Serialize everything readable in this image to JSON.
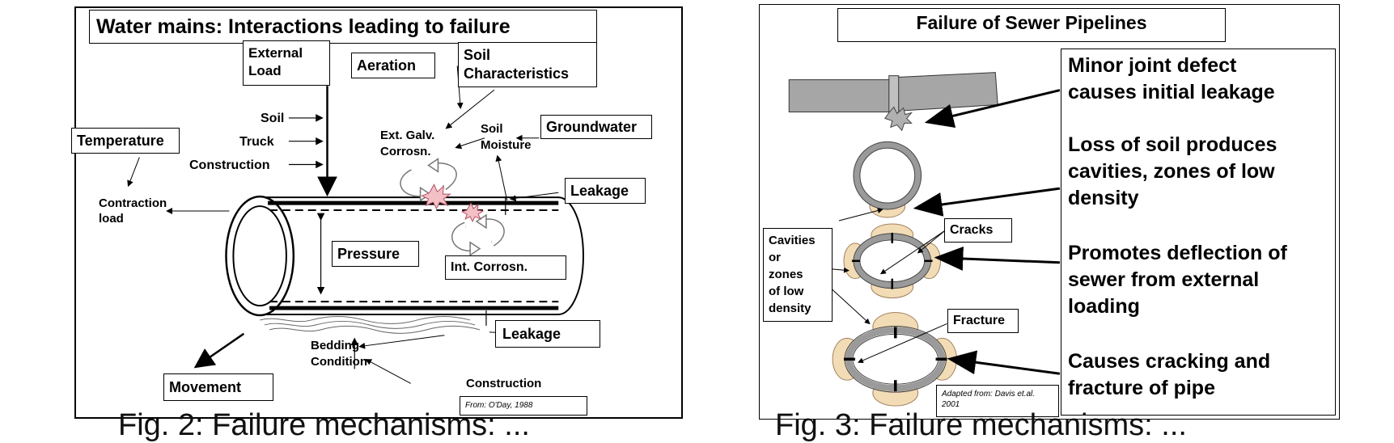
{
  "left_panel": {
    "title": "Water mains: Interactions leading to failure",
    "external_load": "External\nLoad",
    "aeration": "Aeration",
    "soil_characteristics": "Soil\nCharacteristics",
    "groundwater": "Groundwater",
    "temperature": "Temperature",
    "leakage_top": "Leakage",
    "pressure": "Pressure",
    "int_corrosion": "Int. Corrosn.",
    "leakage_bottom": "Leakage",
    "movement": "Movement",
    "source": "From: O'Day, 1988",
    "soil": "Soil",
    "truck": "Truck",
    "construction_load": "Construction",
    "ext_galv": "Ext. Galv.\nCorrosn.",
    "soil_moisture": "Soil\nMoisture",
    "contraction_load": "Contraction\nload",
    "bedding_condition": "Bedding\nCondition",
    "construction_bottom": "Construction"
  },
  "right_panel": {
    "title": "Failure of Sewer Pipelines",
    "stages": [
      "Minor joint defect\ncauses initial leakage",
      "Loss of soil produces\ncavities, zones of low\ndensity",
      "Promotes deflection of\nsewer from external\nloading",
      "Causes cracking and\nfracture of pipe"
    ],
    "cavities_label": "Cavities\nor\nzones\nof low\ndensity",
    "cracks": "Cracks",
    "fracture": "Fracture",
    "source": "Adapted from: Davis et.al.\n2001"
  },
  "captions": {
    "left": "Fig. 2: Failure mechanisms: ...",
    "right": "Fig. 3: Failure mechanisms: ..."
  },
  "colors": {
    "cavity_fill": "#f2dcb6",
    "ring_gray": "#9a9a9a",
    "pipe_gray": "#a6a6a6",
    "burst": "#e8a0a8"
  }
}
